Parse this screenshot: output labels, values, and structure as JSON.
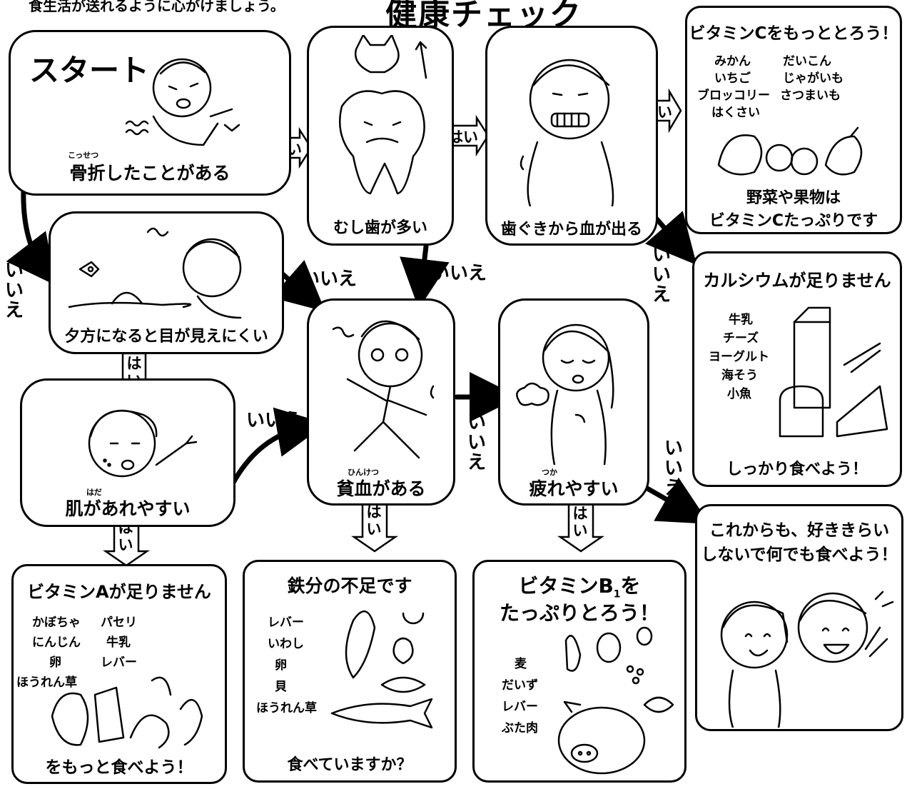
{
  "intro_text": "食生活が送れるように心がけましょう。",
  "header_title": "健康チェック",
  "answers": {
    "yes": "はい",
    "no": "いいえ"
  },
  "start_label": "スタート",
  "questions": {
    "fracture": {
      "text": "骨折したことがある",
      "ruby": "こっせつ"
    },
    "cavities": {
      "text": "むし歯が多い"
    },
    "gums": {
      "text": "歯ぐきから血が出る"
    },
    "night_vision": {
      "text": "夕方になると目が見えにくい"
    },
    "skin": {
      "text": "肌があれやすい",
      "ruby": "はだ"
    },
    "anemia": {
      "text": "貧血がある",
      "ruby": "ひんけつ"
    },
    "fatigue": {
      "text": "疲れやすい",
      "ruby": "つか"
    }
  },
  "results": {
    "vitamin_c": {
      "title": "ビタミンCをもっととろう！",
      "foods_left": [
        "みかん",
        "いちご",
        "ブロッコリー",
        "はくさい"
      ],
      "foods_right": [
        "だいこん",
        "じゃがいも",
        "さつまいも"
      ],
      "footer_1": "野菜や果物は",
      "footer_2": "ビタミンCたっぷりです"
    },
    "calcium": {
      "title": "カルシウムが足りません",
      "foods": [
        "牛乳",
        "チーズ",
        "ヨーグルト",
        "海そう",
        "小魚"
      ],
      "footer": "しっかり食べよう！"
    },
    "vitamin_a": {
      "title": "ビタミンAが足りません",
      "foods_left": [
        "かぼちゃ",
        "にんじん",
        "卵",
        "ほうれん草"
      ],
      "foods_right": [
        "パセリ",
        "牛乳",
        "レバー"
      ],
      "footer": "をもっと食べよう！"
    },
    "iron": {
      "title": "鉄分の不足です",
      "foods": [
        "レバー",
        "いわし",
        "卵",
        "貝",
        "ほうれん草"
      ],
      "footer": "食べていますか？"
    },
    "vitamin_b1": {
      "title_1": "ビタミンB",
      "title_sub": "1",
      "title_2": "を",
      "title_3": "たっぷりとろう！",
      "foods": [
        "麦",
        "だいず",
        "レバー",
        "ぶた肉"
      ]
    },
    "good": {
      "title_1": "これからも、好ききらい",
      "title_2": "しないで何でも食べよう！"
    }
  }
}
